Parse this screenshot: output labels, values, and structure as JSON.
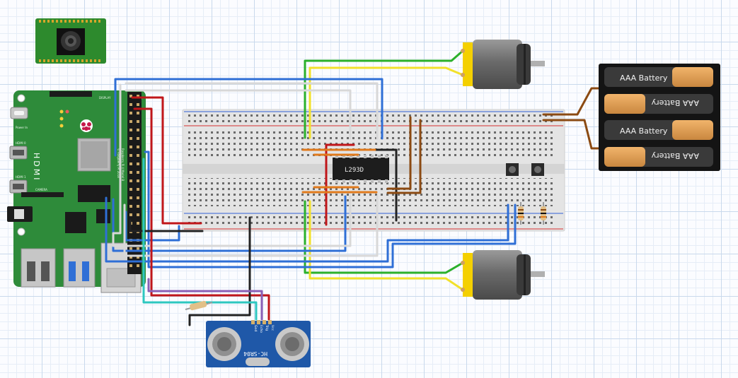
{
  "raspberry_pi": {
    "hdmi_label": "HDMI",
    "board_text_1": "Raspberry Pi 4 Model B",
    "board_text_2": "© Raspberry Pi 2018",
    "power_label": "Power In",
    "hdmi0_label": "HDMI 0",
    "hdmi1_label": "HDMI 1",
    "display_label": "DISPLAY",
    "camera_label": "CAMERA"
  },
  "ic": {
    "label": "L293D"
  },
  "battery": {
    "cell_label": "AAA Battery",
    "count": 4
  },
  "sensor": {
    "model": "HC-SR04",
    "pins": [
      "Vcc",
      "Trig",
      "Echo",
      "Gnd"
    ]
  },
  "colors": {
    "pcb_green": "#2e8b3a",
    "wire_red": "#c0161a",
    "wire_black": "#222222",
    "wire_blue": "#2f6fd6",
    "wire_green": "#2bb02b",
    "wire_yellow": "#f2e12b",
    "wire_orange": "#e07a1c",
    "wire_brown": "#8b4a12",
    "wire_white": "#d8d8d8",
    "wire_teal": "#2ec7c0",
    "wire_purple": "#8a5fb6",
    "sensor_blue": "#1f58a8",
    "motor_yellow": "#f4d000"
  }
}
